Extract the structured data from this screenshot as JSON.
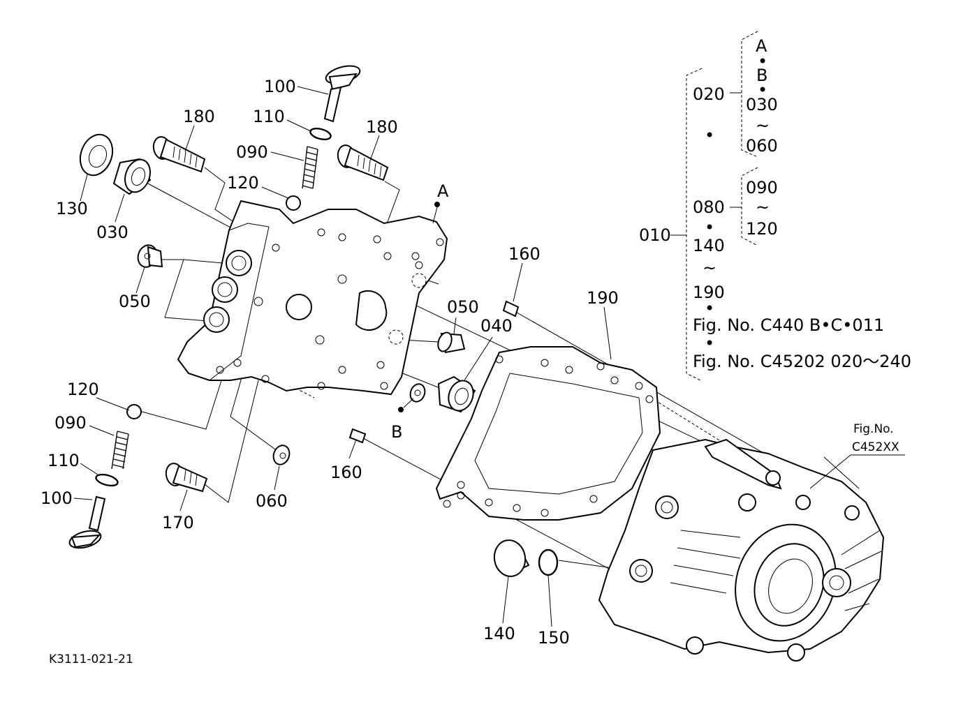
{
  "diagram_id": "K3111-021-21",
  "callouts": {
    "p100_top": "100",
    "p110_top": "110",
    "p090_top": "090",
    "p120_top": "120",
    "p180_left": "180",
    "p180_right": "180",
    "p130": "130",
    "p030": "030",
    "p050_left": "050",
    "p050_right": "050",
    "p040": "040",
    "p160_top": "160",
    "p160_bottom": "160",
    "p190": "190",
    "p120_bottom": "120",
    "p090_bottom": "090",
    "p110_bottom": "110",
    "p100_bottom": "100",
    "p170": "170",
    "p060": "060",
    "p140": "140",
    "p150": "150",
    "ref_a": "A",
    "ref_b": "B"
  },
  "external_ref": {
    "line1": "Fig.No.",
    "line2": "C452XX"
  },
  "legend": {
    "root": "010",
    "a": "A",
    "b": "B",
    "g1_from": "030",
    "g1_to": "060",
    "g1_parent": "020",
    "g2_parent": "080",
    "g2_from": "090",
    "g2_to": "120",
    "g3_from": "140",
    "g3_to": "190",
    "tilde": "~",
    "dot": "•",
    "ref1": "Fig. No. C440  B•C•011",
    "ref2": "Fig. No. C45202  020～240"
  }
}
